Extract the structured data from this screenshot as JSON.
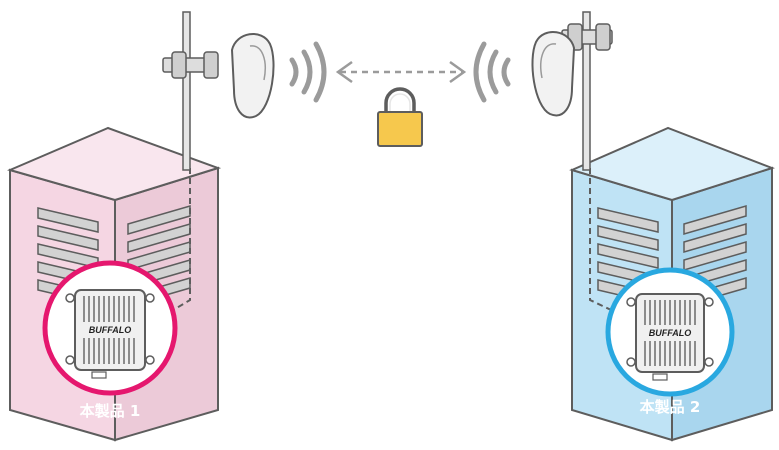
{
  "products": [
    {
      "label": "本製品 1",
      "brand": "BUFFALO",
      "accent": "#e5176e",
      "body_color": "#f5d6e3",
      "side_color": "#eccad8"
    },
    {
      "label": "本製品 2",
      "brand": "BUFFALO",
      "accent": "#29a8e0",
      "body_color": "#bfe3f5",
      "side_color": "#a9d6ee"
    }
  ],
  "icons": {
    "lock": "lock-icon",
    "link_arrow": "double-arrow-icon",
    "wave": "wireless-signal-icon"
  },
  "colors": {
    "lock_body": "#f6c84d",
    "wave": "#9b9b9b",
    "outline": "#5d5d5d"
  }
}
